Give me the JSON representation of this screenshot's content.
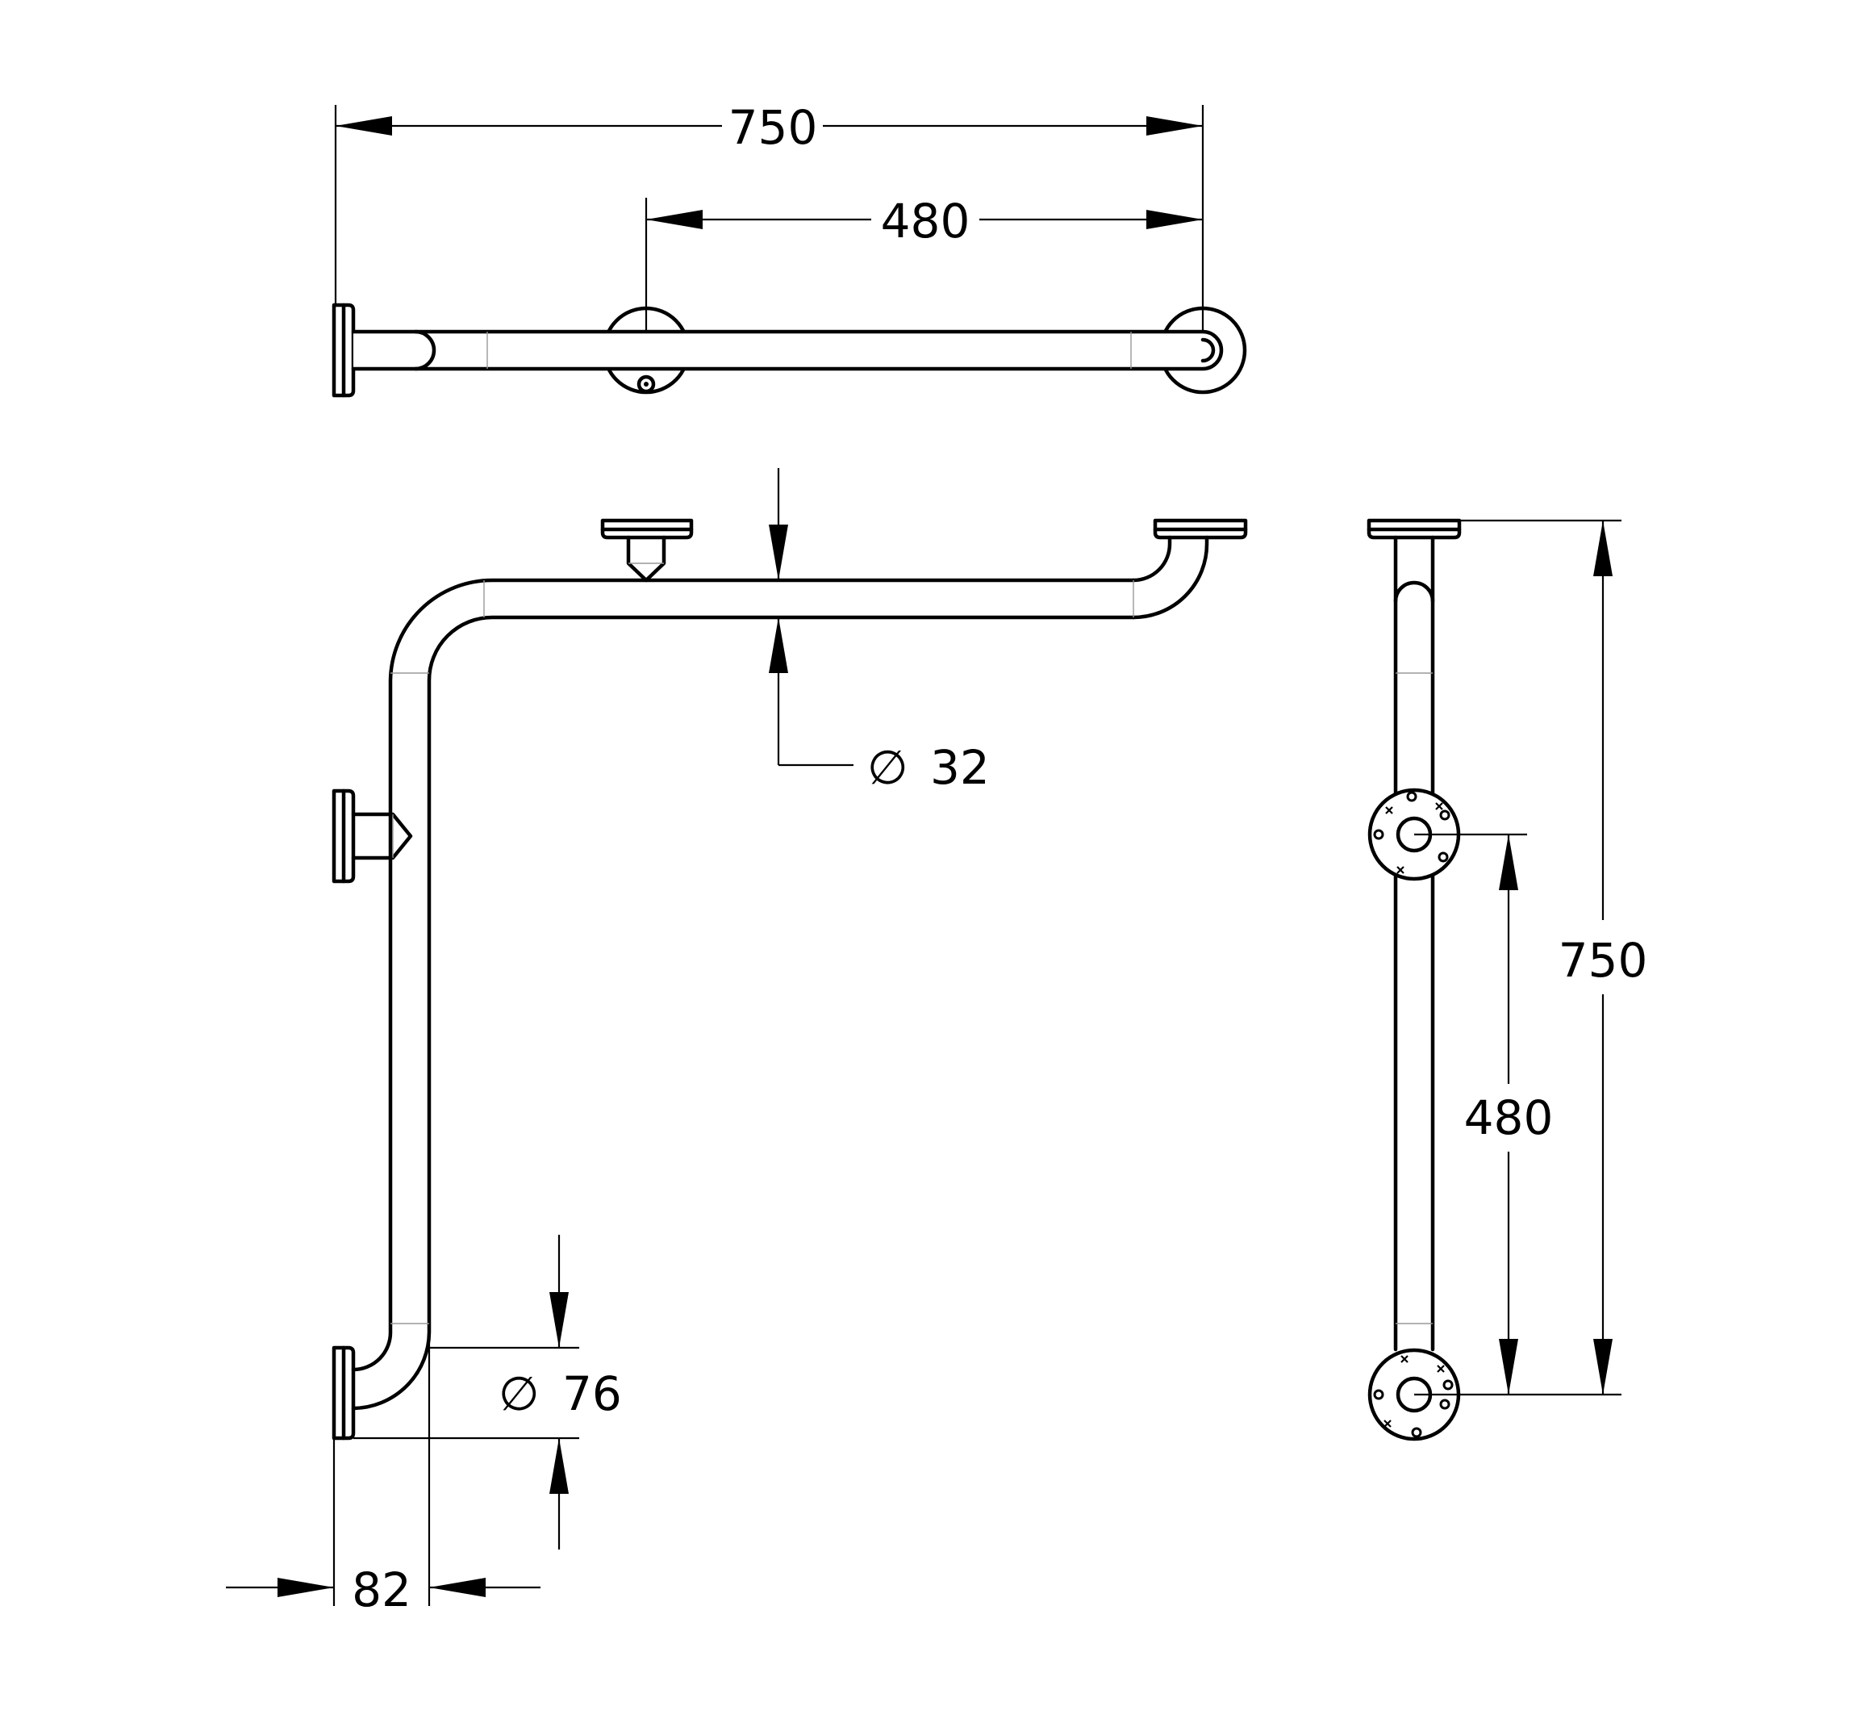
{
  "dimensions": {
    "top_overall": "750",
    "top_spacing": "480",
    "pipe_diameter": "32",
    "flange_diameter": "76",
    "offset": "82",
    "side_overall": "750",
    "side_spacing": "480"
  },
  "symbols": {
    "diameter": "∅"
  }
}
